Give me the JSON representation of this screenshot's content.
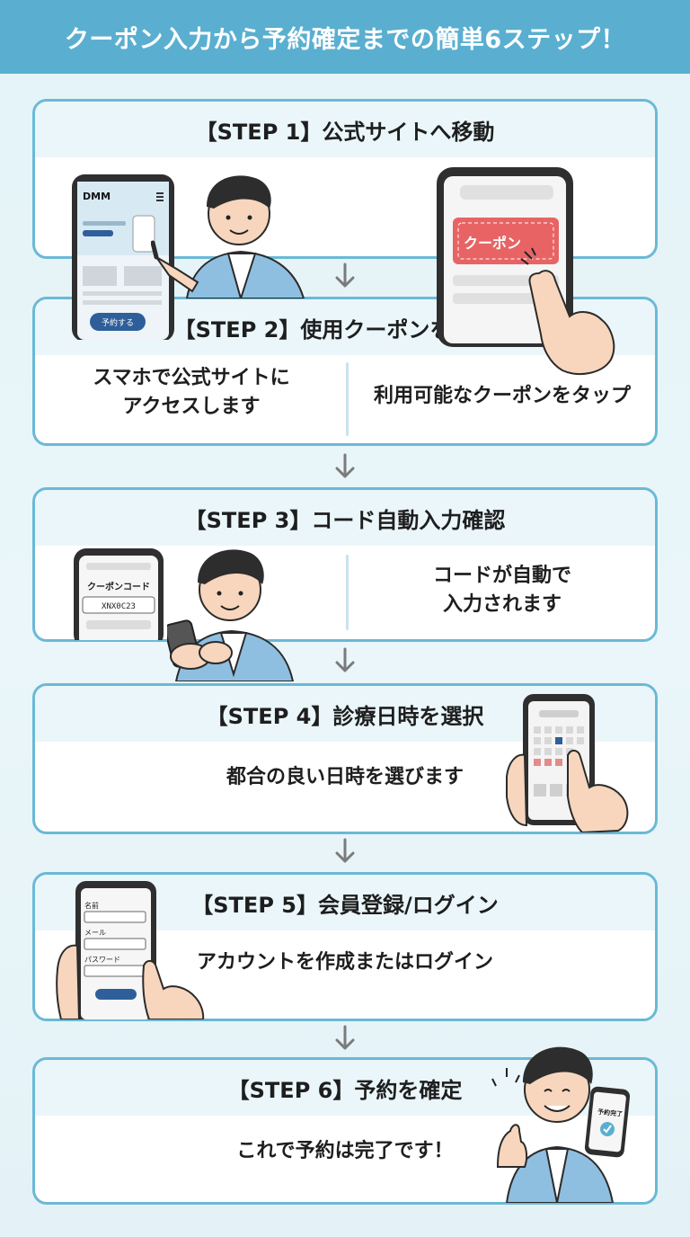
{
  "header": {
    "title": "クーポン入力から予約確定までの簡単6ステップ！"
  },
  "steps": [
    {
      "title": "【STEP 1】公式サイトへ移動"
    },
    {
      "title": "【STEP 2】使用クーポンをタップ",
      "left_line1": "スマホで公式サイトに",
      "left_line2": "アクセスします",
      "right_text": "利用可能なクーポンをタップ"
    },
    {
      "title": "【STEP 3】コード自動入力確認",
      "right_line1": "コードが自動で",
      "right_line2": "入力されます"
    },
    {
      "title": "【STEP 4】診療日時を選択",
      "text": "都合の良い日時を選びます"
    },
    {
      "title": "【STEP 5】会員登録/ログイン",
      "text": "アカウントを作成またはログイン"
    },
    {
      "title": "【STEP 6】予約を確定",
      "text": "これで予約は完了です！"
    }
  ],
  "illustrations": {
    "step1_site_logo": "DMM",
    "step1_button": "予約する",
    "step1_coupon": "クーポン",
    "step3_label": "クーポンコード",
    "step3_code": "XNX0C23",
    "step5_name": "名前",
    "step5_mail": "メール",
    "step5_password": "パスワード",
    "step6_screen": "予約完了"
  },
  "colors": {
    "accent": "#5aafd0",
    "border": "#6ab9d6",
    "coupon": "#e86464",
    "button": "#2e5f9a"
  }
}
